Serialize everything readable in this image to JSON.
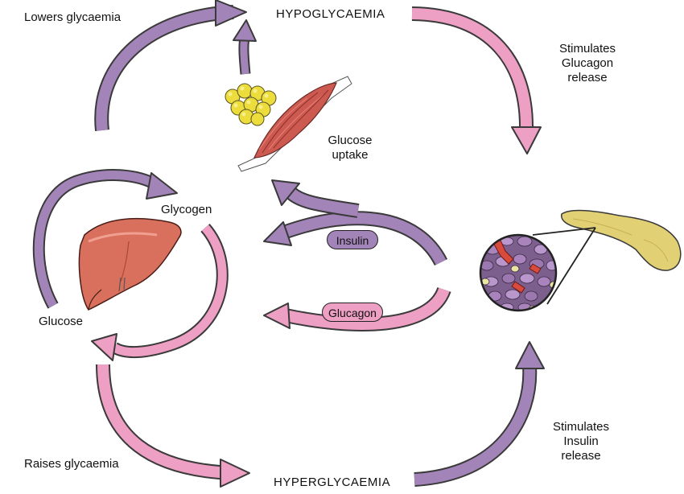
{
  "colors": {
    "purple_arrow": "#a384b8",
    "pink_arrow": "#ee9fc4",
    "arrow_outline": "#3a3a3a",
    "insulin_pill": "#a384b8",
    "glucagon_pill": "#ee9fc4",
    "liver": "#d9705e",
    "muscle": "#cd5a50",
    "fat_cells": "#ecdd3c",
    "pancreas": "#e2d074"
  },
  "labels": {
    "lowers": "Lowers glycaemia",
    "hypo": "HYPOGLYCAEMIA",
    "stim_glucagon": [
      "Stimulates",
      "Glucagon",
      "release"
    ],
    "glucose_uptake": [
      "Glucose",
      "uptake"
    ],
    "glycogen": "Glycogen",
    "glucose": "Glucose",
    "insulin": "Insulin",
    "glucagon": "Glucagon",
    "raises": "Raises glycaemia",
    "hyper": "HYPERGLYCAEMIA",
    "stim_insulin": [
      "Stimulates",
      "Insulin",
      "release"
    ]
  },
  "icons": [
    "fat-cells-icon",
    "muscle-icon",
    "liver-icon",
    "pancreas-icon",
    "pancreatic-islet-icon"
  ]
}
